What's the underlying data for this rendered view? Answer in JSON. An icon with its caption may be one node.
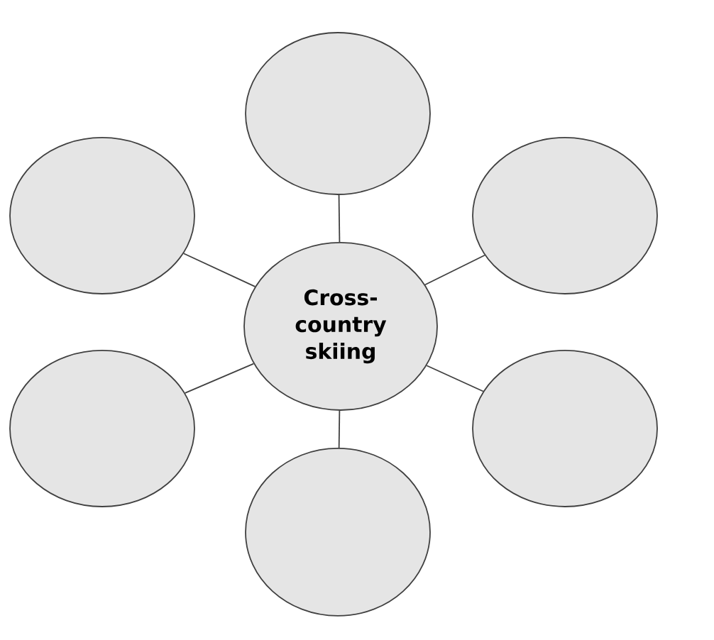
{
  "diagram": {
    "nodes": [
      {
        "text": [
          "Cross-country skiing"
        ]
      },
      {
        "text": [],
        "shape": "circle"
      },
      {
        "text": [],
        "shape": "circle"
      },
      {
        "text": [],
        "shape": "circle"
      },
      {
        "text": [],
        "shape": "circle"
      },
      {
        "text": [],
        "shape": "circle"
      },
      {
        "text": [],
        "shape": "circle"
      }
    ],
    "edges": [
      {
        "from": 0,
        "to": 1,
        "arrow": "none"
      },
      {
        "from": 0,
        "to": 2,
        "arrow": "none"
      },
      {
        "from": 0,
        "to": 3,
        "arrow": "none"
      },
      {
        "from": 0,
        "to": 4,
        "arrow": "none"
      },
      {
        "from": 0,
        "to": 5,
        "arrow": "none"
      },
      {
        "from": 0,
        "to": 6,
        "arrow": "none"
      }
    ]
  }
}
